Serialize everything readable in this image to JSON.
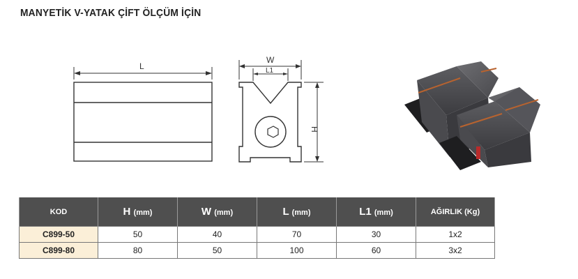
{
  "title": "MANYETİK V-YATAK ÇİFT ÖLÇÜM İÇİN",
  "drawing": {
    "front_length_label": "L",
    "width_label": "W",
    "l1_label": "L1",
    "height_label": "H"
  },
  "table": {
    "headers": [
      {
        "main": "KOD",
        "unit": ""
      },
      {
        "main": "H",
        "unit": "(mm)"
      },
      {
        "main": "W",
        "unit": "(mm)"
      },
      {
        "main": "L",
        "unit": "(mm)"
      },
      {
        "main": "L1",
        "unit": "(mm)"
      },
      {
        "main": "AĞIRLIK (Kg)",
        "unit": ""
      }
    ],
    "rows": [
      {
        "kod": "C899-50",
        "h": "50",
        "w": "40",
        "l": "70",
        "l1": "30",
        "weight": "1x2"
      },
      {
        "kod": "C899-80",
        "h": "80",
        "w": "50",
        "l": "100",
        "l1": "60",
        "weight": "3x2"
      }
    ]
  },
  "colors": {
    "header_bg": "#4f4f4f",
    "code_cell_bg": "#fbefd8",
    "line": "#333333"
  }
}
